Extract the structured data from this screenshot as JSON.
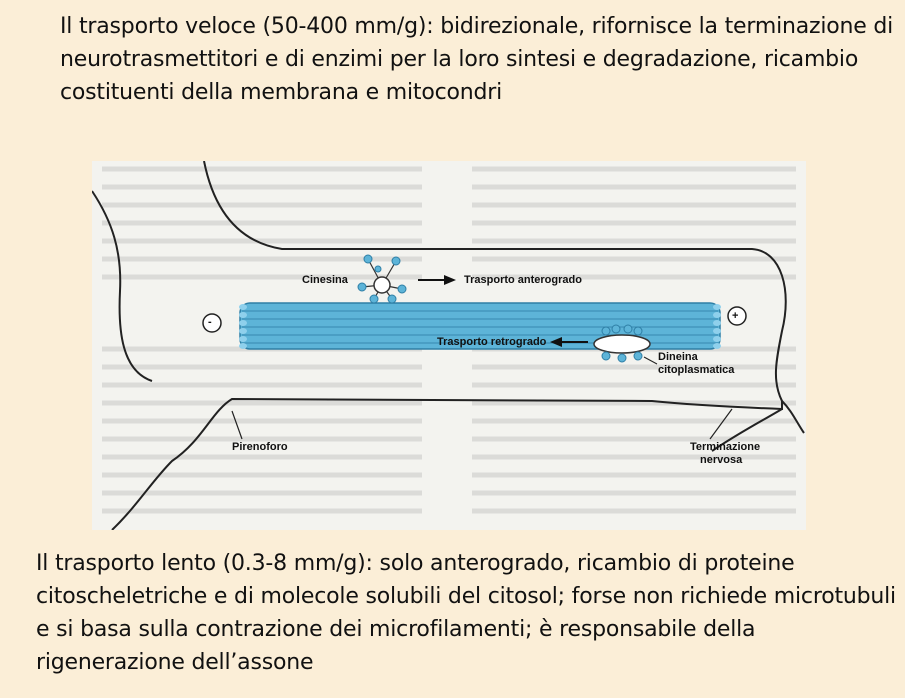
{
  "text": {
    "top": "Il trasporto veloce (50-400 mm/g): bidirezionale, rifornisce la terminazione di neurotrasmettitori e di enzimi per la loro sintesi e degradazione, ricambio costituenti della membrana e mitocondri",
    "bottom": "Il trasporto lento (0.3-8 mm/g): solo anterogrado, ricambio di proteine citoscheletriche e di molecole solubili del citosol; forse non richiede microtubuli e si basa sulla contrazione dei microfilamenti; è responsabile della rigenerazione dell’assone"
  },
  "figure": {
    "labels": {
      "kinesin": "Cinesina",
      "anterograde": "Trasporto anterogrado",
      "retrograde": "Trasporto retrogrado",
      "dynein_line1": "Dineina",
      "dynein_line2": "citoplasmatica",
      "pirenoforo": "Pirenoforo",
      "terminal_line1": "Terminazione",
      "terminal_line2": "nervosa",
      "minus_end": "-",
      "plus_end": "+"
    },
    "colors": {
      "microtubule": "#5db4d8",
      "microtubule_dark": "#2f7fa6",
      "outline": "#222222",
      "page_bg": "#fbeed7",
      "figure_bg": "#f3f3ef"
    }
  }
}
